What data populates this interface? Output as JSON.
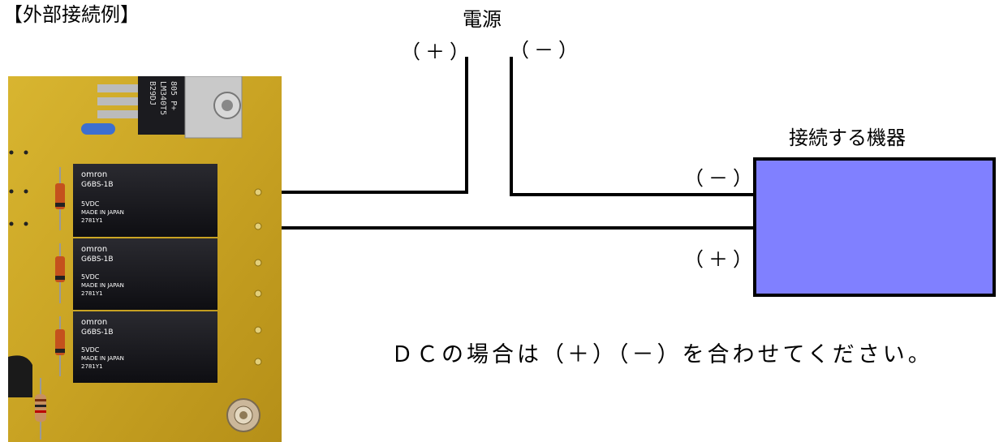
{
  "heading": "【外部接続例】",
  "power": {
    "title": "電源",
    "plus_label": "（＋）",
    "minus_label": "（－）"
  },
  "device": {
    "title": "接続する機器",
    "minus_label": "（－）",
    "plus_label": "（＋）",
    "color": "#8080ff"
  },
  "note": "ＤＣの場合は（＋）（－）を合わせてください。",
  "board": {
    "regulator_text": [
      "B29DJ",
      "LM340T5",
      "805 P+"
    ],
    "relays": [
      {
        "brand": "omron",
        "model": "G6BS-1B",
        "voltage": "5VDC",
        "origin": "MADE IN JAPAN",
        "code": "2781Y1"
      },
      {
        "brand": "omron",
        "model": "G6BS-1B",
        "voltage": "5VDC",
        "origin": "MADE IN JAPAN",
        "code": "2781Y1"
      },
      {
        "brand": "omron",
        "model": "G6BS-1B",
        "voltage": "5VDC",
        "origin": "MADE IN JAPAN",
        "code": "2781Y1"
      }
    ]
  }
}
